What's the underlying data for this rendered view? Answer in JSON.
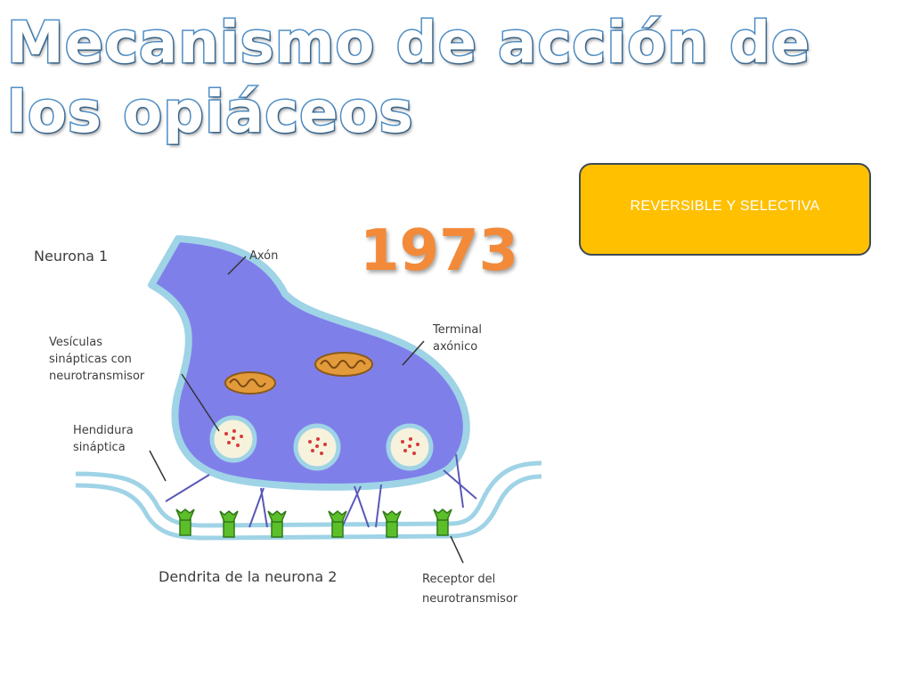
{
  "title": "Mecanismo de acción de los opiáceos",
  "callout_text": "REVERSIBLE Y SELECTIVA",
  "year": "1973",
  "diagram": {
    "labels": {
      "neurona1": "Neurona 1",
      "axon": "Axón",
      "vesiculas_1": "Vesículas",
      "vesiculas_2": "sinápticas con",
      "vesiculas_3": "neurotransmisor",
      "terminal_1": "Terminal",
      "terminal_2": "axónico",
      "hendidura_1": "Hendidura",
      "hendidura_2": "sináptica",
      "dendrita": "Dendrita de la neurona 2",
      "receptor_1": "Receptor del",
      "receptor_2": "neurotransmisor"
    },
    "colors": {
      "neuron_fill": "#7f7fea",
      "membrane": "#9fd3e6",
      "mitochondria": "#e39a3a",
      "vesicle_fill": "#f6f2dc",
      "vesicle_dots": "#d83a3a",
      "receptor": "#5cbf2a",
      "filaments": "#5a58b8"
    }
  }
}
